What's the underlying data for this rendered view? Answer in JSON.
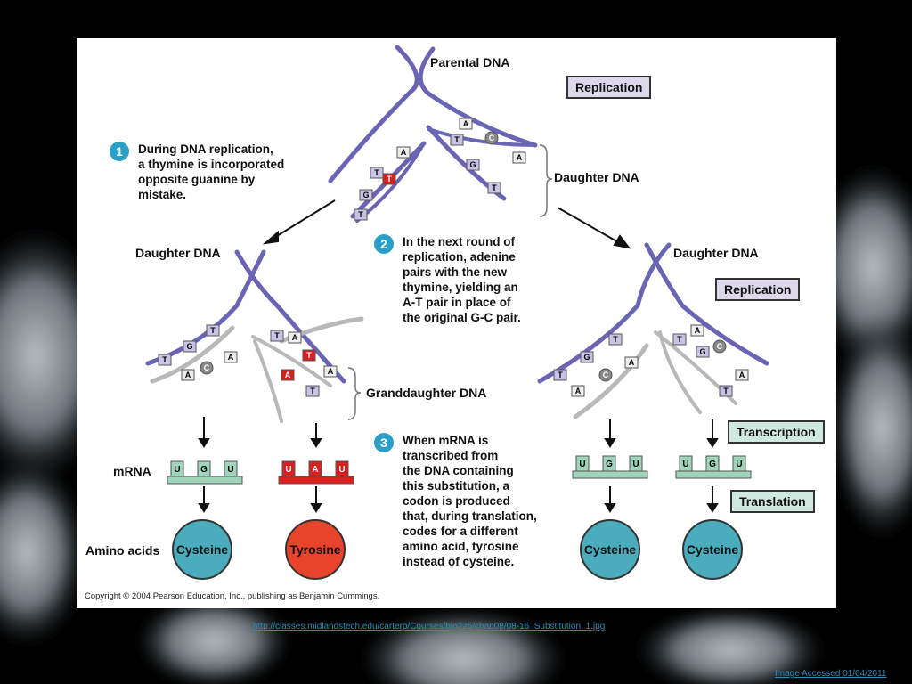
{
  "labels": {
    "parental_dna": "Parental DNA",
    "daughter_dna_top": "Daughter DNA",
    "daughter_dna_left": "Daughter DNA",
    "daughter_dna_right": "Daughter DNA",
    "granddaughter_dna": "Granddaughter DNA",
    "mrna": "mRNA",
    "amino_acids": "Amino acids"
  },
  "boxes": {
    "replication_top": "Replication",
    "replication_right": "Replication",
    "transcription": "Transcription",
    "translation": "Translation"
  },
  "steps": [
    {
      "number": "1",
      "text": "During DNA replication,\na thymine is incorporated\nopposite guanine by\nmistake."
    },
    {
      "number": "2",
      "text": "In the next round of\nreplication, adenine\npairs with the new\nthymine, yielding an\nA-T pair in place of\nthe original G-C pair."
    },
    {
      "number": "3",
      "text": "When mRNA is\ntranscribed from\nthe DNA containing\nthis substitution, a\ncodon is produced\nthat, during translation,\ncodes for a different\namino acid, tyrosine\ninstead of cysteine."
    }
  ],
  "amino_acids": [
    "Cysteine",
    "Tyrosine",
    "Cysteine",
    "Cysteine"
  ],
  "codons": {
    "normal": [
      "U",
      "G",
      "U"
    ],
    "mutant": [
      "U",
      "A",
      "U"
    ]
  },
  "bases": {
    "T": "T",
    "A": "A",
    "G": "G",
    "C": "C"
  },
  "copyright": "Copyright © 2004 Pearson Education, Inc., publishing as Benjamin Cummings.",
  "source_url": "http://classes.midlandstech.edu/carterp/Courses/bio225/chap08/08-16_Substitution_1.jpg",
  "accessed": "Image Accessed 01/04/2011",
  "colors": {
    "strand_blue": "#6a64b4",
    "strand_gray": "#b8b8b8",
    "mutation_red": "#d82020",
    "mrna_green": "#9fd4bd",
    "cysteine_teal": "#4aacbc",
    "tyrosine_red": "#e8442c",
    "step_circle": "#2aa0c8"
  }
}
